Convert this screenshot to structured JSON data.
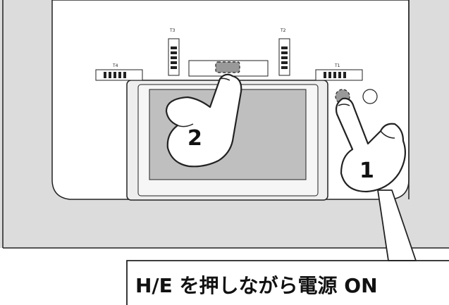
{
  "trims": {
    "t1": "T1",
    "t2": "T2",
    "t3": "T3",
    "t4": "T4"
  },
  "steps": {
    "first": "1",
    "second": "2"
  },
  "caption": {
    "text": "H/E を押しながら電源 ON"
  },
  "colors": {
    "panel_gray": "#dcdcdc",
    "screen_gray": "#bfbfbf",
    "outline": "#222222",
    "hand_fill": "#ffffff"
  }
}
